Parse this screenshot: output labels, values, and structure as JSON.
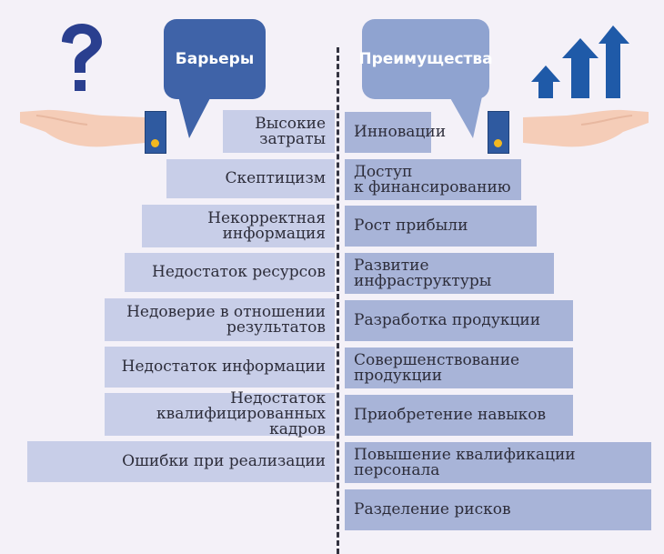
{
  "headers": {
    "barriers": "Барьеры",
    "advantages": "Преимущества"
  },
  "barriers": [
    "Высокие\nзатраты",
    "Скептицизм",
    "Некорректная\nинформация",
    "Недостаток ресурсов",
    "Недоверие в отношении\nрезультатов",
    "Недостаток информации",
    "Недостаток\nквалифицированных\nкадров",
    "Ошибки при реализации"
  ],
  "advantages": [
    "Инновации",
    "Доступ\nк финансированию",
    "Рост прибыли",
    "Развитие\nинфраструктуры",
    "Разработка продукции",
    "Совершенствование\nпродукции",
    "Приобретение навыков",
    "Повышение квалификации\nперсонала",
    "Разделение рисков"
  ],
  "colors": {
    "barrier_bar": "#c8cee8",
    "advantage_bar": "#a8b4d8",
    "barrier_bubble": "#3f63a8",
    "advantage_bubble": "#8fa3d0",
    "arrow_blue": "#1f5aa8",
    "question_mark": "#2a3f8f",
    "hand_skin": "#f5cdb8",
    "phone": "#2f5aa0",
    "phone_dot": "#f2b821",
    "background": "#f4f1f8"
  },
  "icons": [
    "question-mark-icon",
    "growth-arrows-icon",
    "left-hand-icon",
    "right-hand-icon",
    "phone-icon"
  ]
}
